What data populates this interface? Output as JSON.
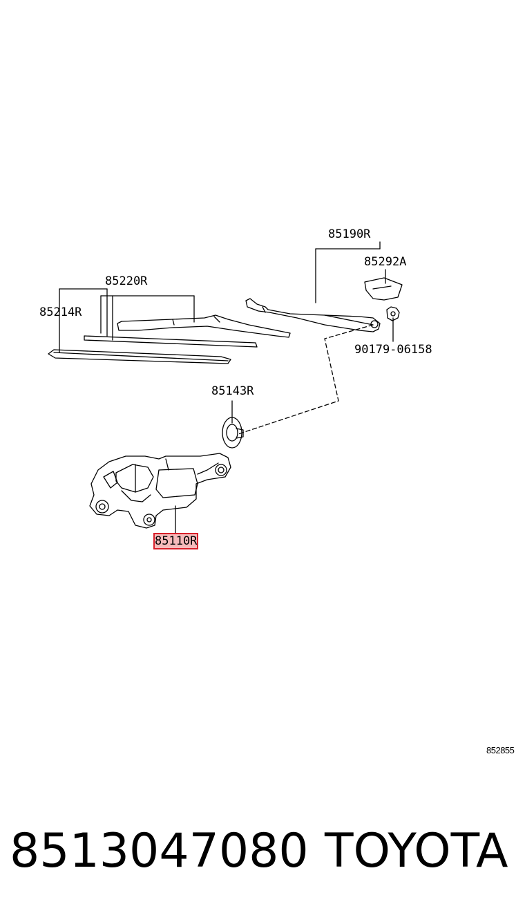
{
  "diagram": {
    "parts": [
      {
        "id": "p85190",
        "label": "85190R"
      },
      {
        "id": "p85292",
        "label": "85292A"
      },
      {
        "id": "p85220",
        "label": "85220R"
      },
      {
        "id": "p85214",
        "label": "85214R"
      },
      {
        "id": "p90179",
        "label": "90179-06158"
      },
      {
        "id": "p85143",
        "label": "85143R"
      },
      {
        "id": "p85110",
        "label": "85110R",
        "highlighted": true
      }
    ],
    "reference_code": "852855",
    "highlight_color": "#d8202a"
  },
  "footer": {
    "part_number": "8513047080",
    "brand": "TOYOTA"
  }
}
